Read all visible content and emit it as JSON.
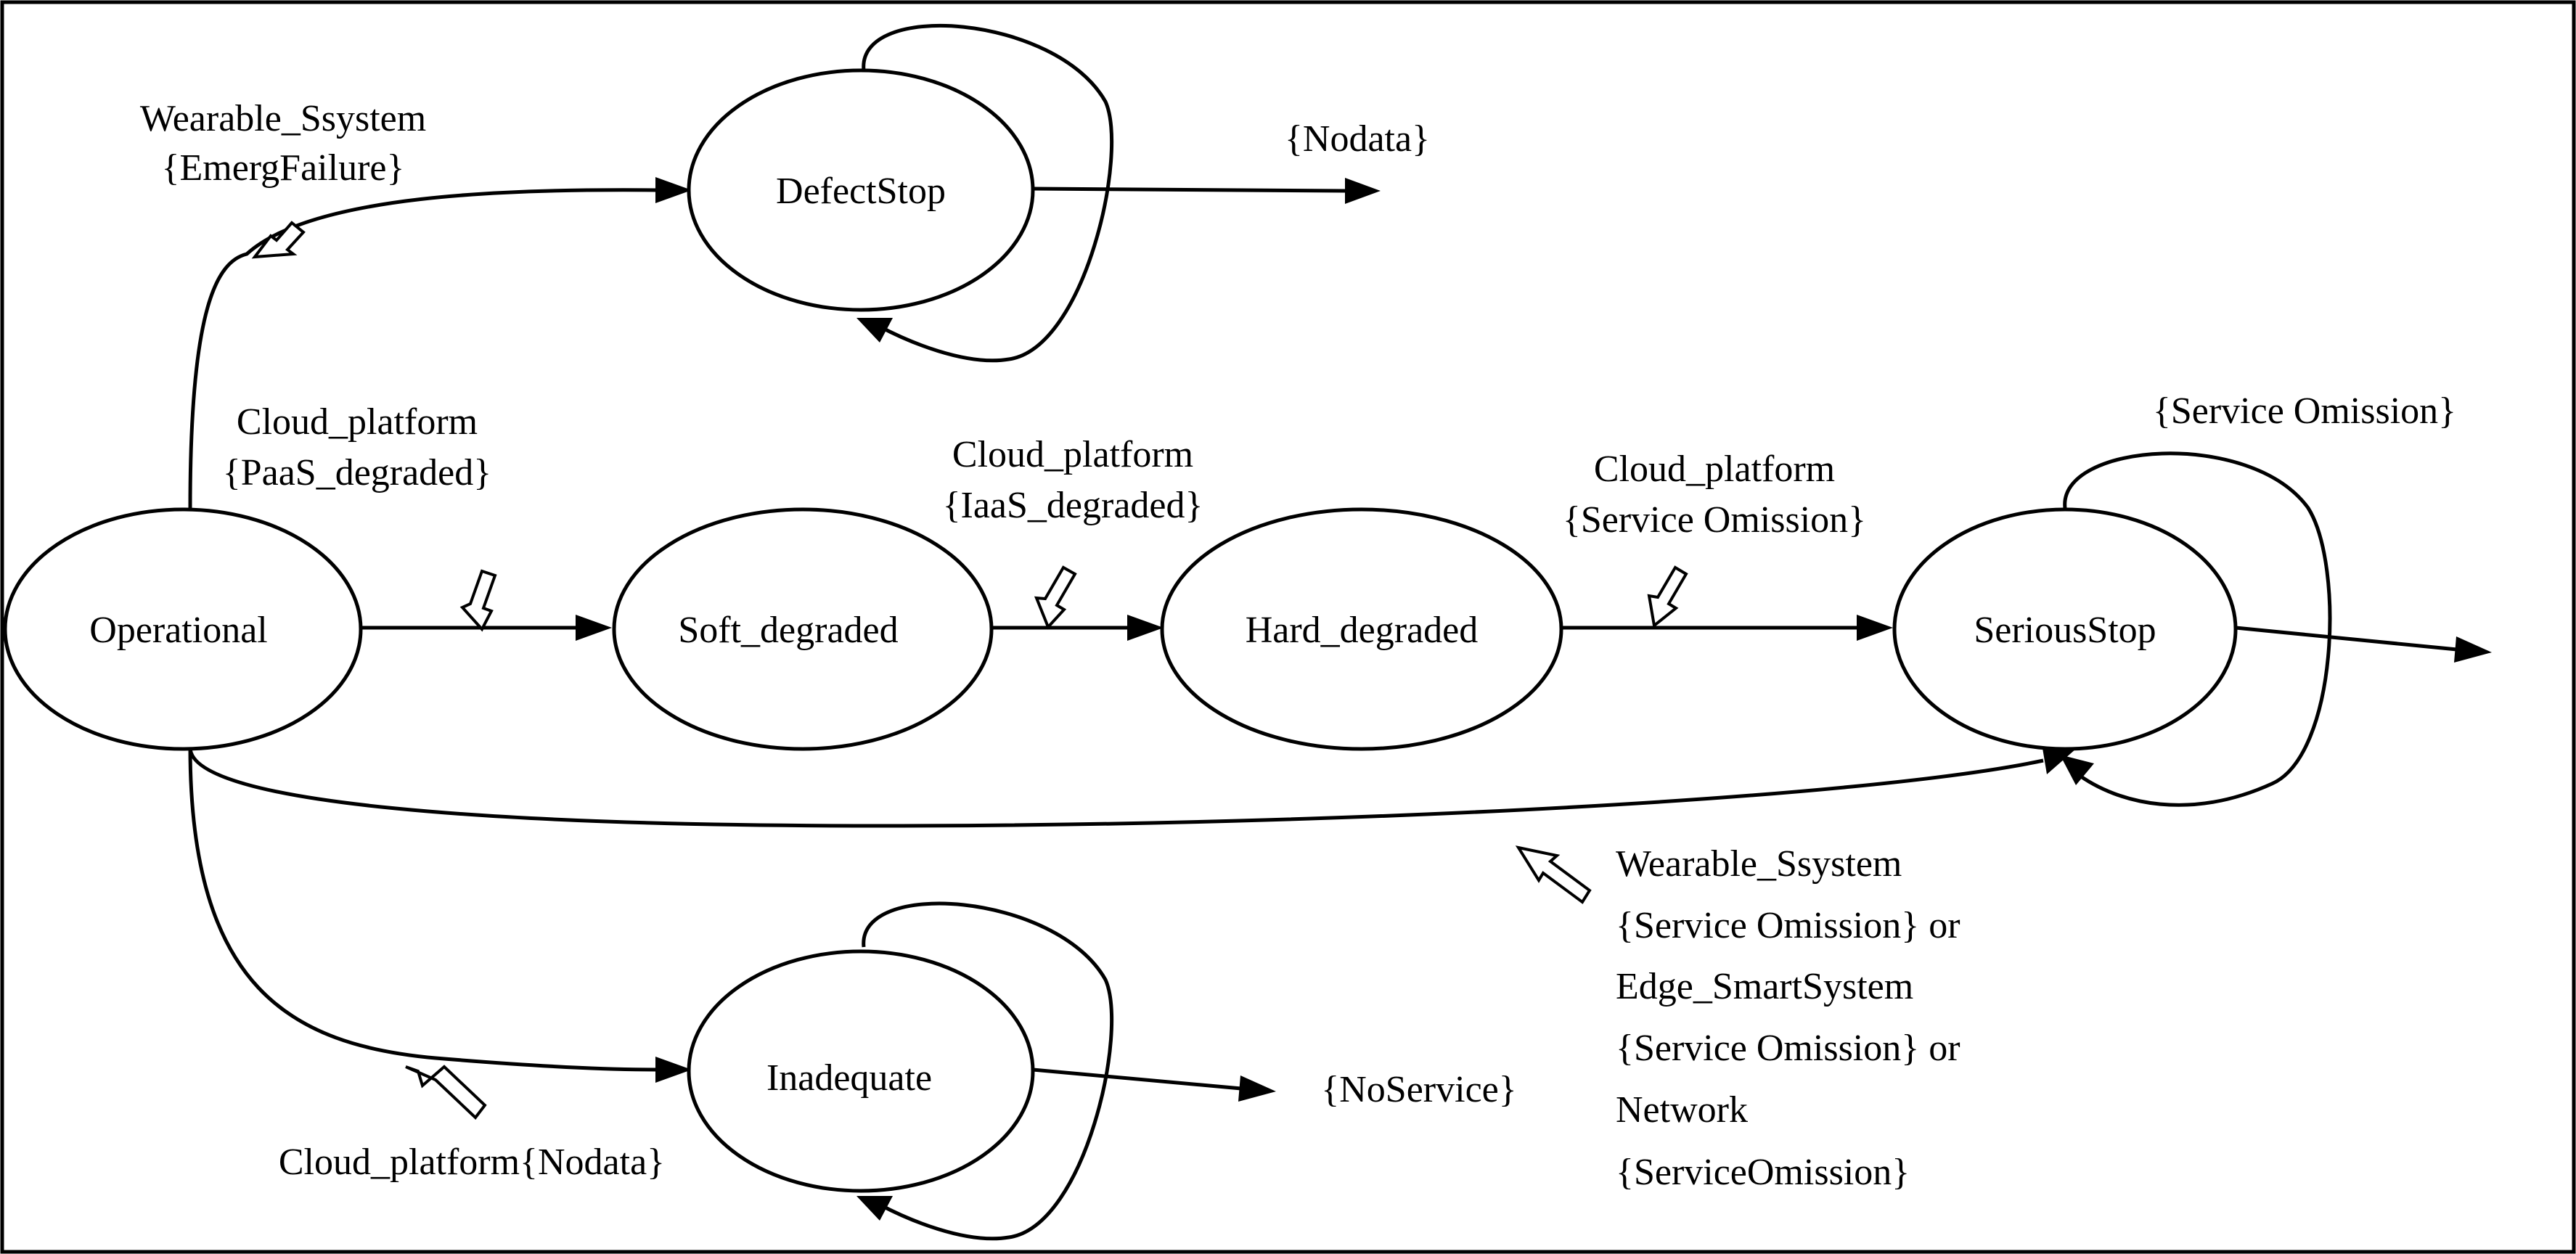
{
  "states": {
    "operational": "Operational",
    "defect_stop": "DefectStop",
    "soft_degraded": "Soft_degraded",
    "hard_degraded": "Hard_degraded",
    "serious_stop": "SeriousStop",
    "inadequate": "Inadequate"
  },
  "labels": {
    "to_defect_stop": [
      "Wearable_Ssystem",
      "{EmergFailure}"
    ],
    "defect_stop_output": "{Nodata}",
    "to_soft_degraded": [
      "Cloud_platform",
      "{PaaS_degraded}"
    ],
    "to_hard_degraded": [
      "Cloud_platform",
      "{IaaS_degraded}"
    ],
    "to_serious_stop": [
      "Cloud_platform",
      "{Service Omission}"
    ],
    "serious_stop_self": "{Service Omission}",
    "operational_to_serious_stop": [
      "Wearable_Ssystem",
      "{Service Omission} or",
      "Edge_SmartSystem",
      "{Service Omission} or",
      "Network",
      "{ServiceOmission}"
    ],
    "to_inadequate": "Cloud_platform{Nodata}",
    "inadequate_output": "{NoService}"
  }
}
